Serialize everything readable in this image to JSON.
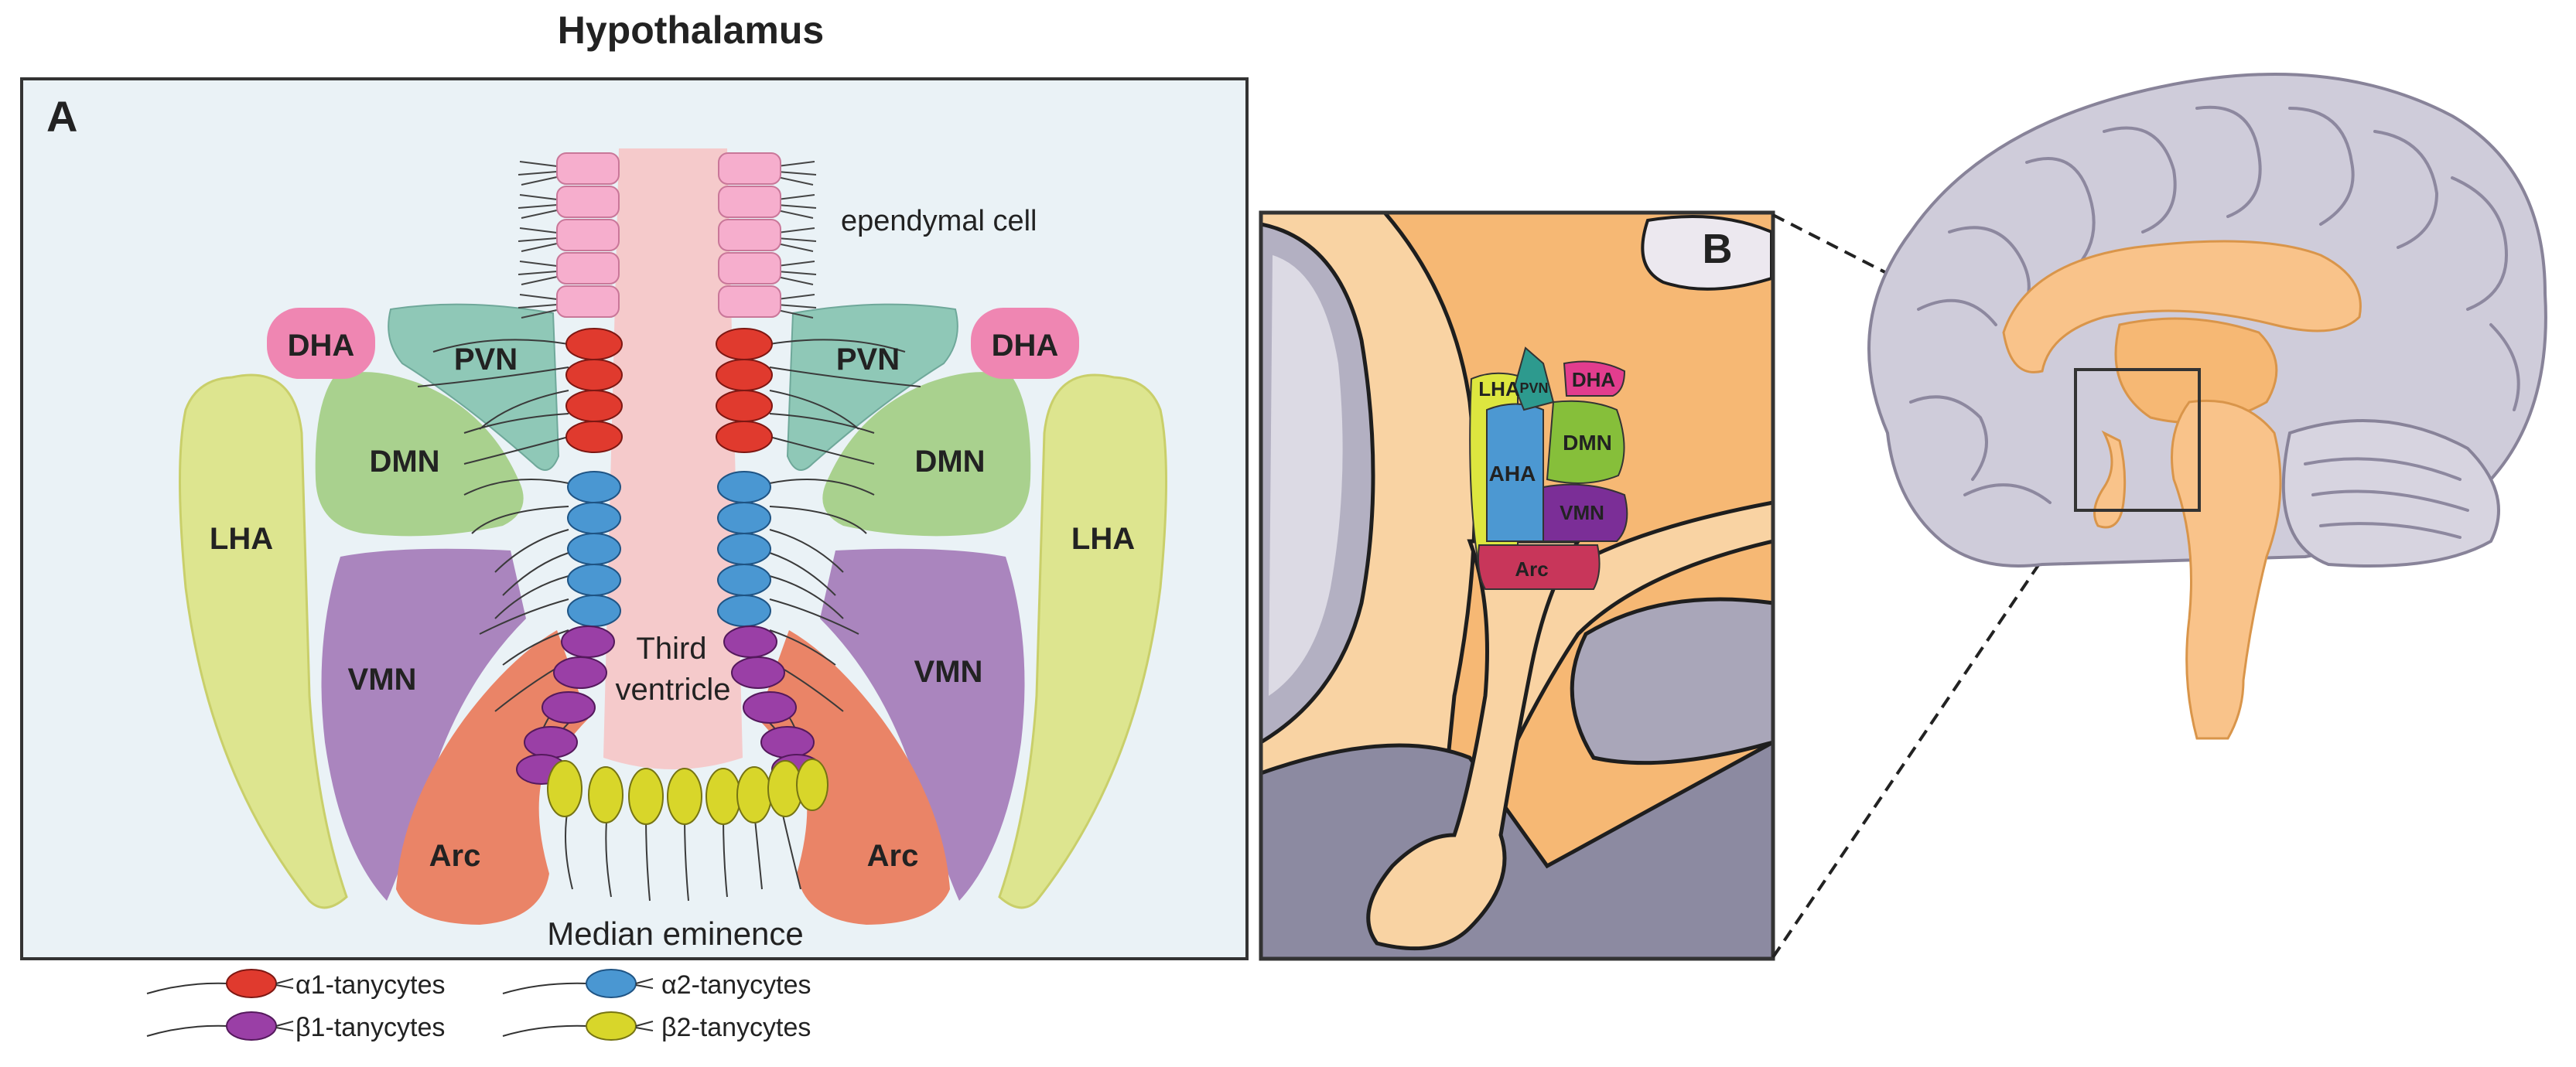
{
  "title": "Hypothalamus",
  "panel_a": {
    "letter": "A",
    "regions": {
      "dha_left": "DHA",
      "dha_right": "DHA",
      "pvn_left": "PVN",
      "pvn_right": "PVN",
      "dmn_left": "DMN",
      "dmn_right": "DMN",
      "lha_left": "LHA",
      "lha_right": "LHA",
      "vmn_left": "VMN",
      "vmn_right": "VMN",
      "arc_left": "Arc",
      "arc_right": "Arc"
    },
    "ependymal_label": "ependymal cell",
    "ventricle_line1": "Third",
    "ventricle_line2": "ventricle",
    "median_eminence": "Median eminence"
  },
  "legend": [
    {
      "label": "α1-tanycytes",
      "color": "#e03a2e"
    },
    {
      "label": "α2-tanycytes",
      "color": "#4a97d2"
    },
    {
      "label": "β1-tanycytes",
      "color": "#9a3fa6"
    },
    {
      "label": "β2-tanycytes",
      "color": "#d8d62a"
    }
  ],
  "panel_b": {
    "letter": "B",
    "regions": {
      "lha": "LHA",
      "pvn": "PVN",
      "dha": "DHA",
      "aha": "AHA",
      "dmn": "DMN",
      "vmn": "VMN",
      "arc": "Arc"
    }
  },
  "colors": {
    "panel_bg": "#eaf2f6",
    "pink_region": "#ef86b2",
    "teal_region": "#8fc8b7",
    "green_region": "#a9d18e",
    "lime_region": "#dde58f",
    "purple_region": "#aa85be",
    "coral_region": "#ea8467",
    "ventricle": "#f5cacb",
    "ependymal": "#f6aecd",
    "orange_tissue": "#f6b874",
    "brain_gray": "#cfccda"
  }
}
